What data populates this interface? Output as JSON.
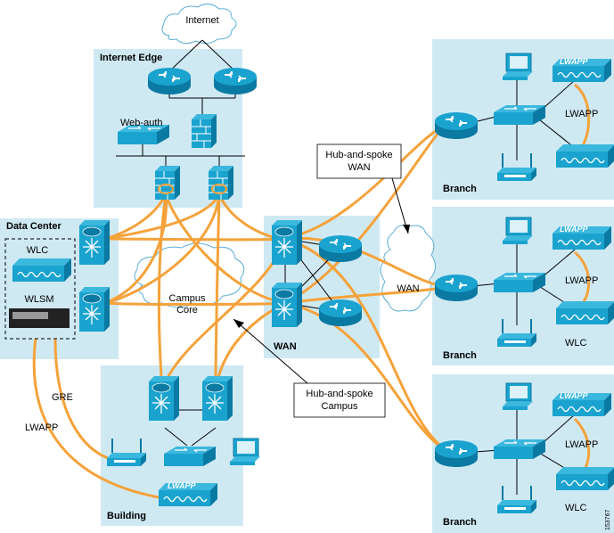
{
  "colors": {
    "zone": "#cfe9f3",
    "device": "#1aa3cf",
    "device_dark": "#0b7aa3",
    "link": "#f5a23a",
    "cloud_stroke": "#5aaed6"
  },
  "icons": [
    "router-icon",
    "switch-icon",
    "multilayer-switch-icon",
    "firewall-icon",
    "wireless-ap-icon",
    "wlc-icon",
    "pc-icon",
    "cloud-icon",
    "appliance-icon",
    "wlsm-module-icon"
  ],
  "clouds": {
    "internet": "Internet",
    "campus_core": "Campus\nCore",
    "wan_cloud": "WAN"
  },
  "zones": {
    "internet_edge": "Internet Edge",
    "data_center": "Data Center",
    "wan": "WAN",
    "building": "Building",
    "branches": [
      "Branch",
      "Branch",
      "Branch"
    ]
  },
  "labels": {
    "web_auth": "Web-auth",
    "wlc": "WLC",
    "wlsm": "WLSM",
    "gre": "GRE",
    "lwapp_left": "LWAPP",
    "branch_lwapp_1": "LWAPP",
    "branch_lwapp_2": "LWAPP",
    "branch_lwapp_3": "LWAPP",
    "branch_wlc_2": "WLC",
    "branch_wlc_3": "WLC",
    "lwapp_device": "LWAPP",
    "figure_id": "153767"
  },
  "callouts": {
    "hub_spoke_wan": "Hub-and-spoke\nWAN",
    "hub_spoke_campus": "Hub-and-spoke\nCampus"
  }
}
